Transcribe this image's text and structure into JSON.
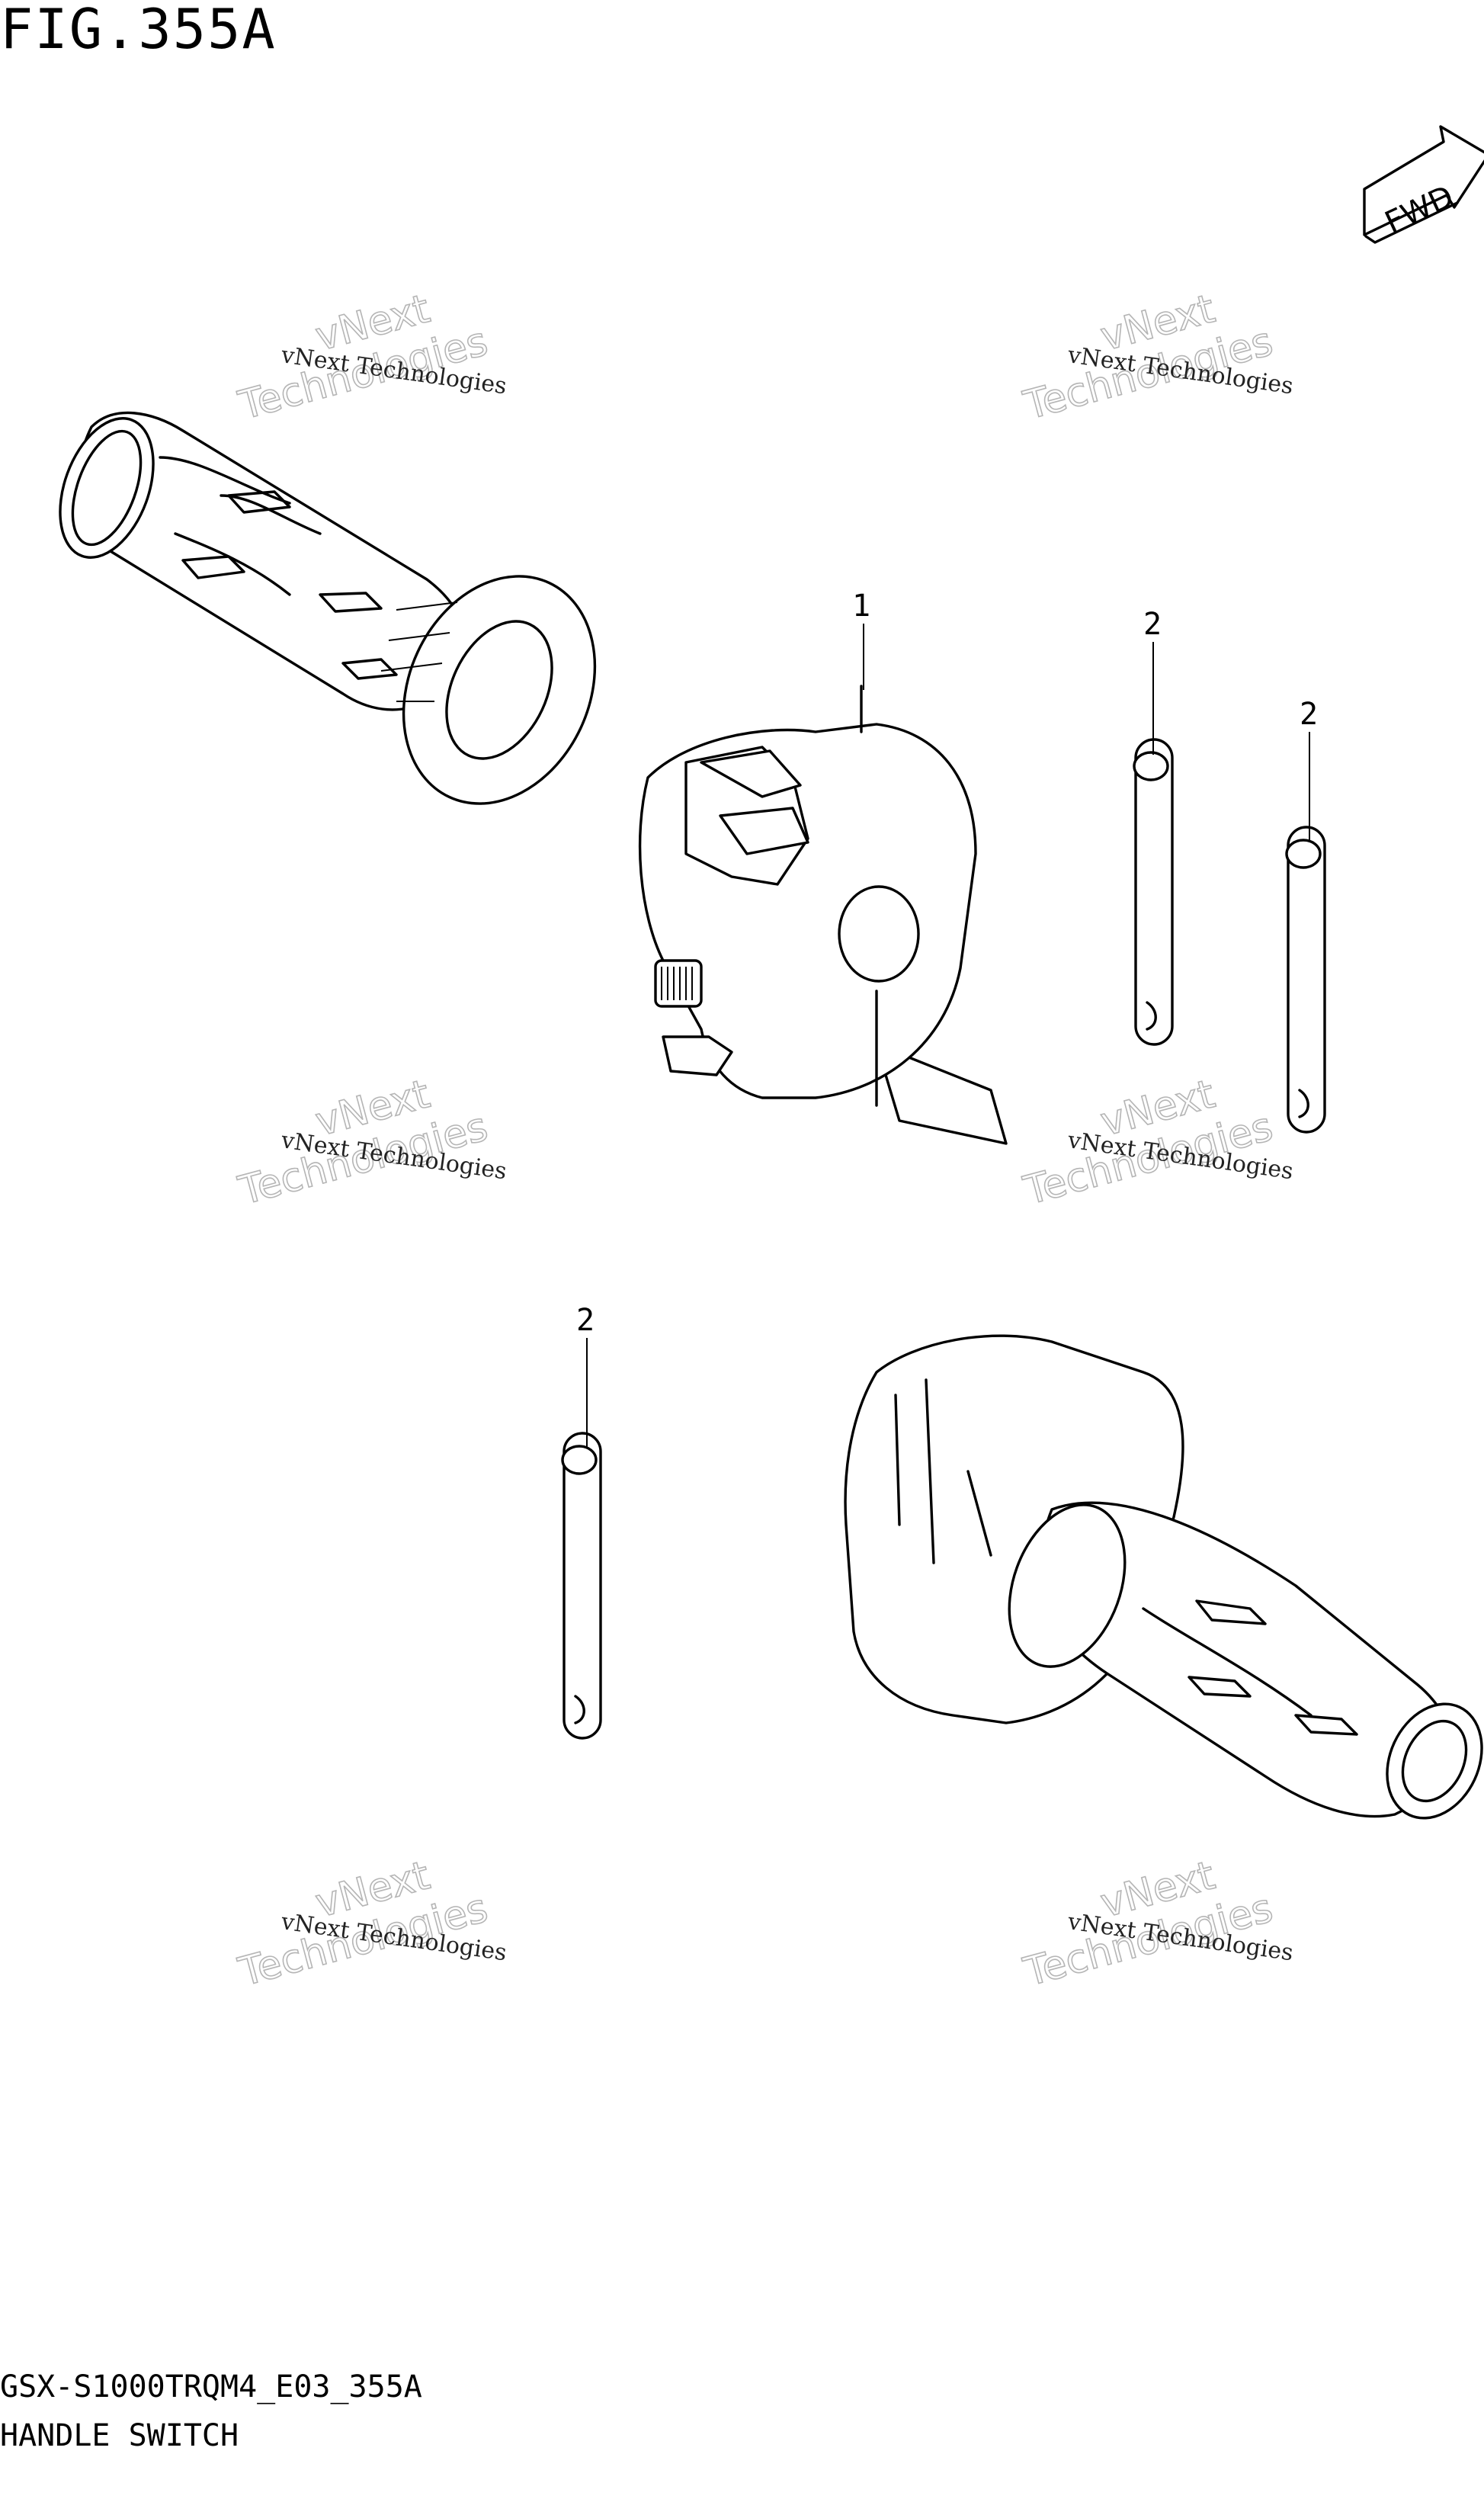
{
  "figure": {
    "title": "FIG.355A",
    "code": "GSX-S1000TRQM4_E03_355A",
    "name": "HANDLE SWITCH"
  },
  "direction_marker": {
    "label": "FWD"
  },
  "callouts": [
    "1",
    "2",
    "2",
    "2"
  ],
  "watermark": {
    "line1": "vNext Technologies",
    "big_top": "vNext",
    "big_bottom": "Technologies"
  },
  "icons": [
    "fwd-arrow-icon",
    "right-grip-icon",
    "left-handle-switch-icon",
    "clamp-band-icon",
    "right-handle-switch-with-grip-icon"
  ]
}
